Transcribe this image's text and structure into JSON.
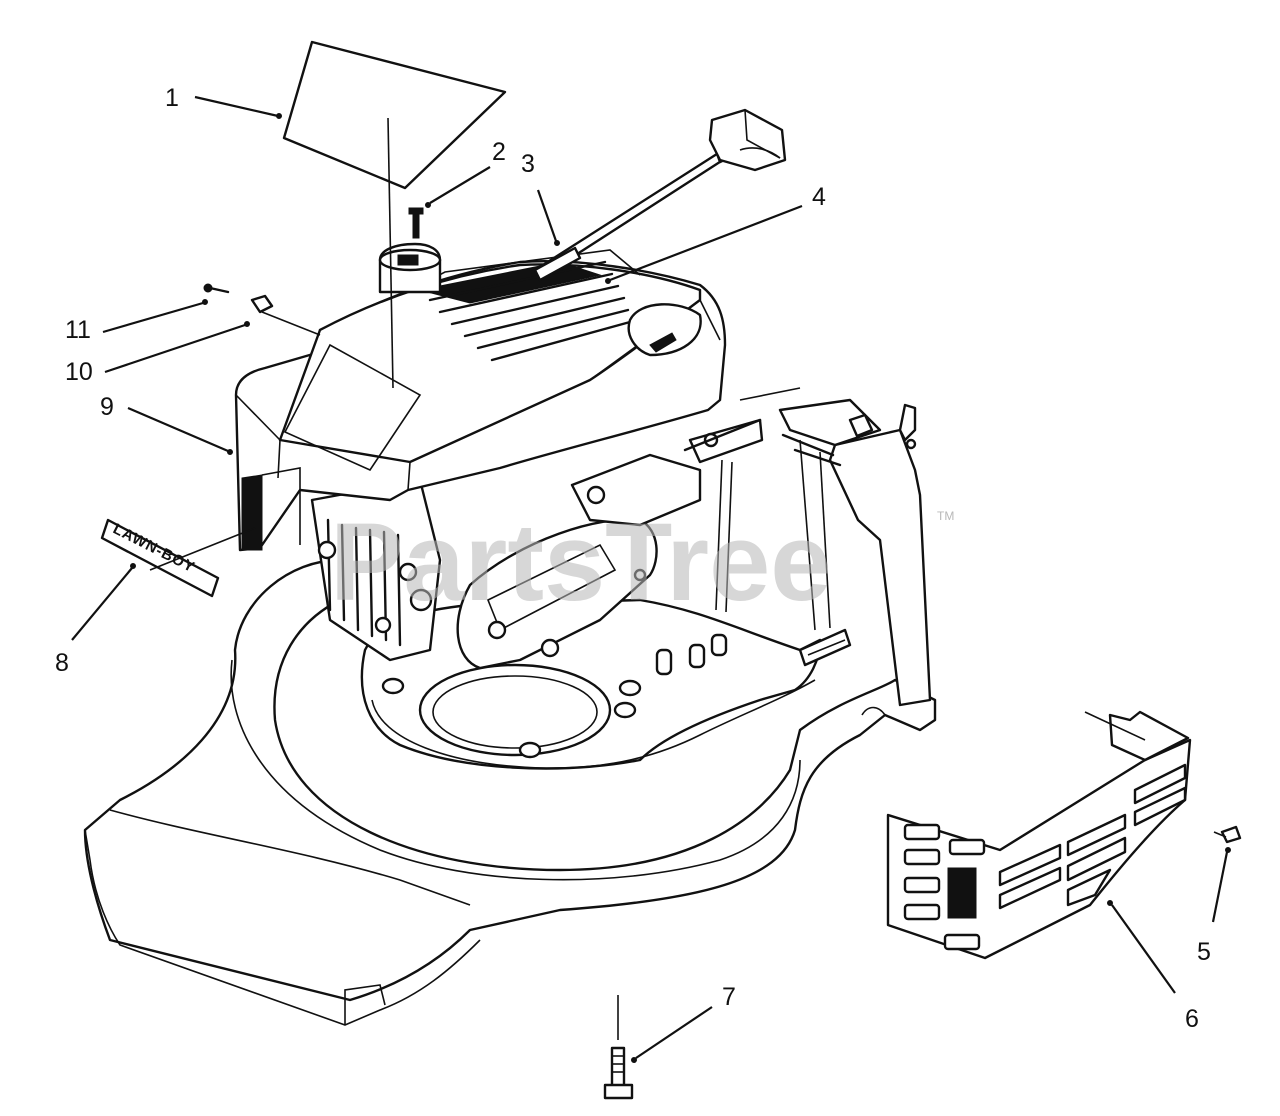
{
  "watermark": "PartsTree",
  "watermark_tm": "TM",
  "badge_text": "LAWN-BOY",
  "callouts": [
    {
      "id": "1",
      "label": "1"
    },
    {
      "id": "2",
      "label": "2"
    },
    {
      "id": "3",
      "label": "3"
    },
    {
      "id": "4",
      "label": "4"
    },
    {
      "id": "5",
      "label": "5"
    },
    {
      "id": "6",
      "label": "6"
    },
    {
      "id": "7",
      "label": "7"
    },
    {
      "id": "8",
      "label": "8"
    },
    {
      "id": "9",
      "label": "9"
    },
    {
      "id": "10",
      "label": "10"
    },
    {
      "id": "11",
      "label": "11"
    }
  ]
}
